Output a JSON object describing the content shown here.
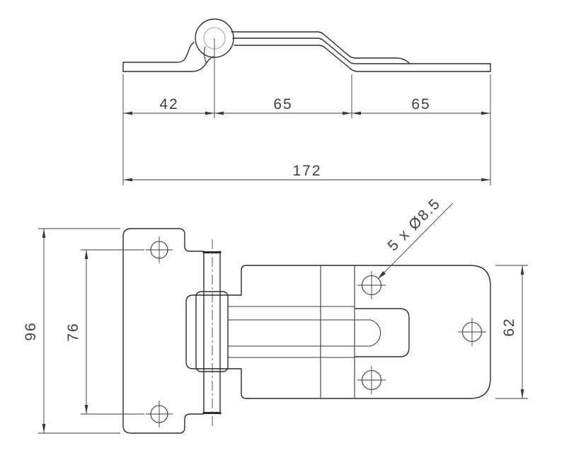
{
  "drawing": {
    "kind": "technical-drawing",
    "colors": {
      "background": "#ffffff",
      "part_line": "#2c2c30",
      "dimension_line": "#3a3a3e",
      "text": "#3f3f44",
      "pin_hidden": "#b2b2ba"
    },
    "side_view": {
      "dimensions": {
        "d42": "42",
        "d65a": "65",
        "d65b": "65",
        "d172": "172"
      }
    },
    "plan_view": {
      "dimensions": {
        "d96": "96",
        "d76": "76",
        "d62": "62"
      },
      "hole_callout": "5 x Ø8.5"
    }
  }
}
